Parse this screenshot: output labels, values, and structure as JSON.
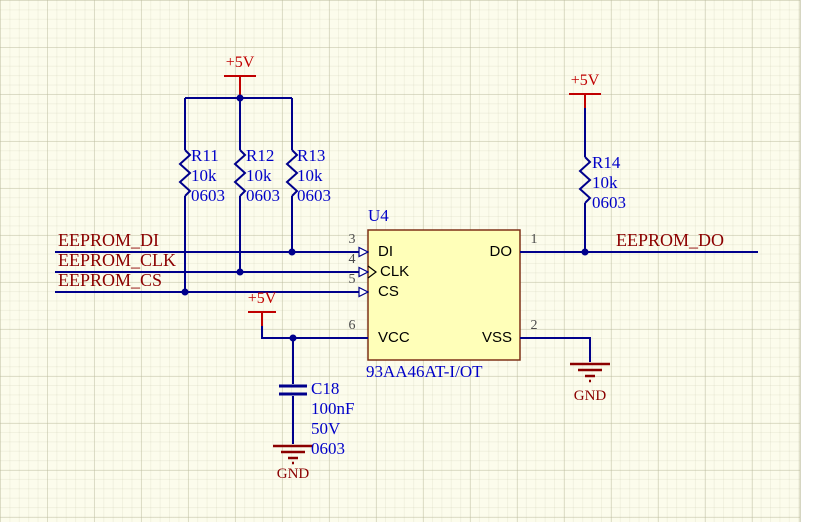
{
  "colors": {
    "wire": "#00008C",
    "net_label": "#8B0000",
    "designator": "#0000C8",
    "power": "#C00000",
    "gnd_symbol": "#8B0000",
    "chip_fill": "#FFFFB9",
    "chip_border": "#7E3117",
    "background": "#FCFCEC"
  },
  "power": {
    "v5": "+5V",
    "gnd": "GND"
  },
  "nets": {
    "di": "EEPROM_DI",
    "clk": "EEPROM_CLK",
    "cs": "EEPROM_CS",
    "do": "EEPROM_DO"
  },
  "chip": {
    "designator": "U4",
    "part": "93AA46AT-I/OT",
    "pins": {
      "p1": {
        "num": "1",
        "name": "DO"
      },
      "p2": {
        "num": "2",
        "name": "VSS"
      },
      "p3": {
        "num": "3",
        "name": "DI"
      },
      "p4": {
        "num": "4",
        "name": "CLK"
      },
      "p5": {
        "num": "5",
        "name": "CS"
      },
      "p6": {
        "num": "6",
        "name": "VCC"
      }
    }
  },
  "resistors": {
    "r11": {
      "ref": "R11",
      "val": "10k",
      "fp": "0603"
    },
    "r12": {
      "ref": "R12",
      "val": "10k",
      "fp": "0603"
    },
    "r13": {
      "ref": "R13",
      "val": "10k",
      "fp": "0603"
    },
    "r14": {
      "ref": "R14",
      "val": "10k",
      "fp": "0603"
    }
  },
  "capacitor": {
    "ref": "C18",
    "val": "100nF",
    "volt": "50V",
    "fp": "0603"
  }
}
